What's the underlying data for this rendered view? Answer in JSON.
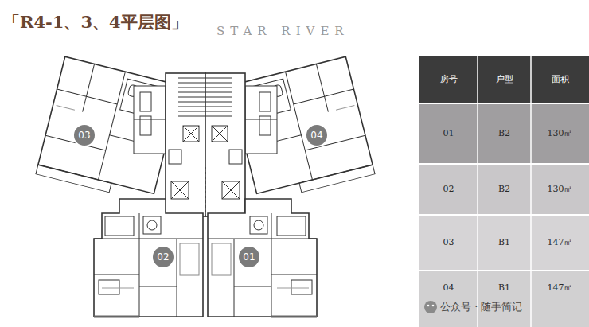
{
  "diagram": {
    "title": "「R4-1、3、4平层图」",
    "nodes": [
      {
        "text": [
          "03"
        ]
      },
      {
        "text": [
          "04"
        ]
      },
      {
        "text": [
          "02"
        ]
      },
      {
        "text": [
          "01"
        ]
      }
    ],
    "labels": [
      "STAR RIVER",
      "房号",
      "户型",
      "面积",
      "01",
      "B2",
      "130㎡",
      "02",
      "B2",
      "130㎡",
      "03",
      "B1",
      "147㎡",
      "04",
      "B1",
      "147㎡",
      "公众号 · 随手简记"
    ]
  }
}
